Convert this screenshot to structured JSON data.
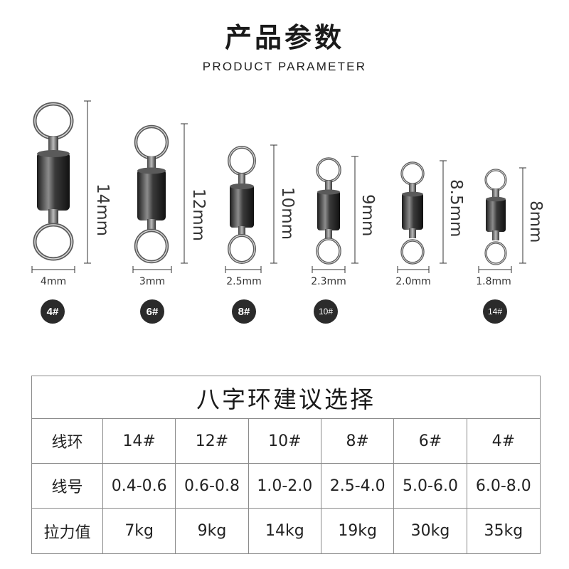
{
  "header": {
    "title_cn": "产品参数",
    "title_en": "PRODUCT PARAMETER"
  },
  "colors": {
    "metal_dark": "#1f1f1f",
    "metal_light": "#9a9a9a",
    "ring_steel": "#6e6e6e",
    "badge_bg": "#2b2b2b",
    "table_border": "#8a8a8a"
  },
  "products": [
    {
      "length_label": "14mm",
      "width_label": "4mm",
      "badge": "4#"
    },
    {
      "length_label": "12mm",
      "width_label": "3mm",
      "badge": "6#"
    },
    {
      "length_label": "10mm",
      "width_label": "2.5mm",
      "badge": "8#"
    },
    {
      "length_label": "9mm",
      "width_label": "2.3mm",
      "badge": "10#"
    },
    {
      "length_label": "8.5mm",
      "width_label": "2.0mm",
      "badge": ""
    },
    {
      "length_label": "8mm",
      "width_label": "1.8mm",
      "badge": "14#"
    }
  ],
  "table": {
    "title": "八字环建议选择",
    "rows": [
      {
        "label": "线环",
        "values": [
          "14#",
          "12#",
          "10#",
          "8#",
          "6#",
          "4#"
        ]
      },
      {
        "label": "线号",
        "values": [
          "0.4-0.6",
          "0.6-0.8",
          "1.0-2.0",
          "2.5-4.0",
          "5.0-6.0",
          "6.0-8.0"
        ]
      },
      {
        "label": "拉力值",
        "values": [
          "7kg",
          "9kg",
          "14kg",
          "19kg",
          "30kg",
          "35kg"
        ]
      }
    ]
  }
}
